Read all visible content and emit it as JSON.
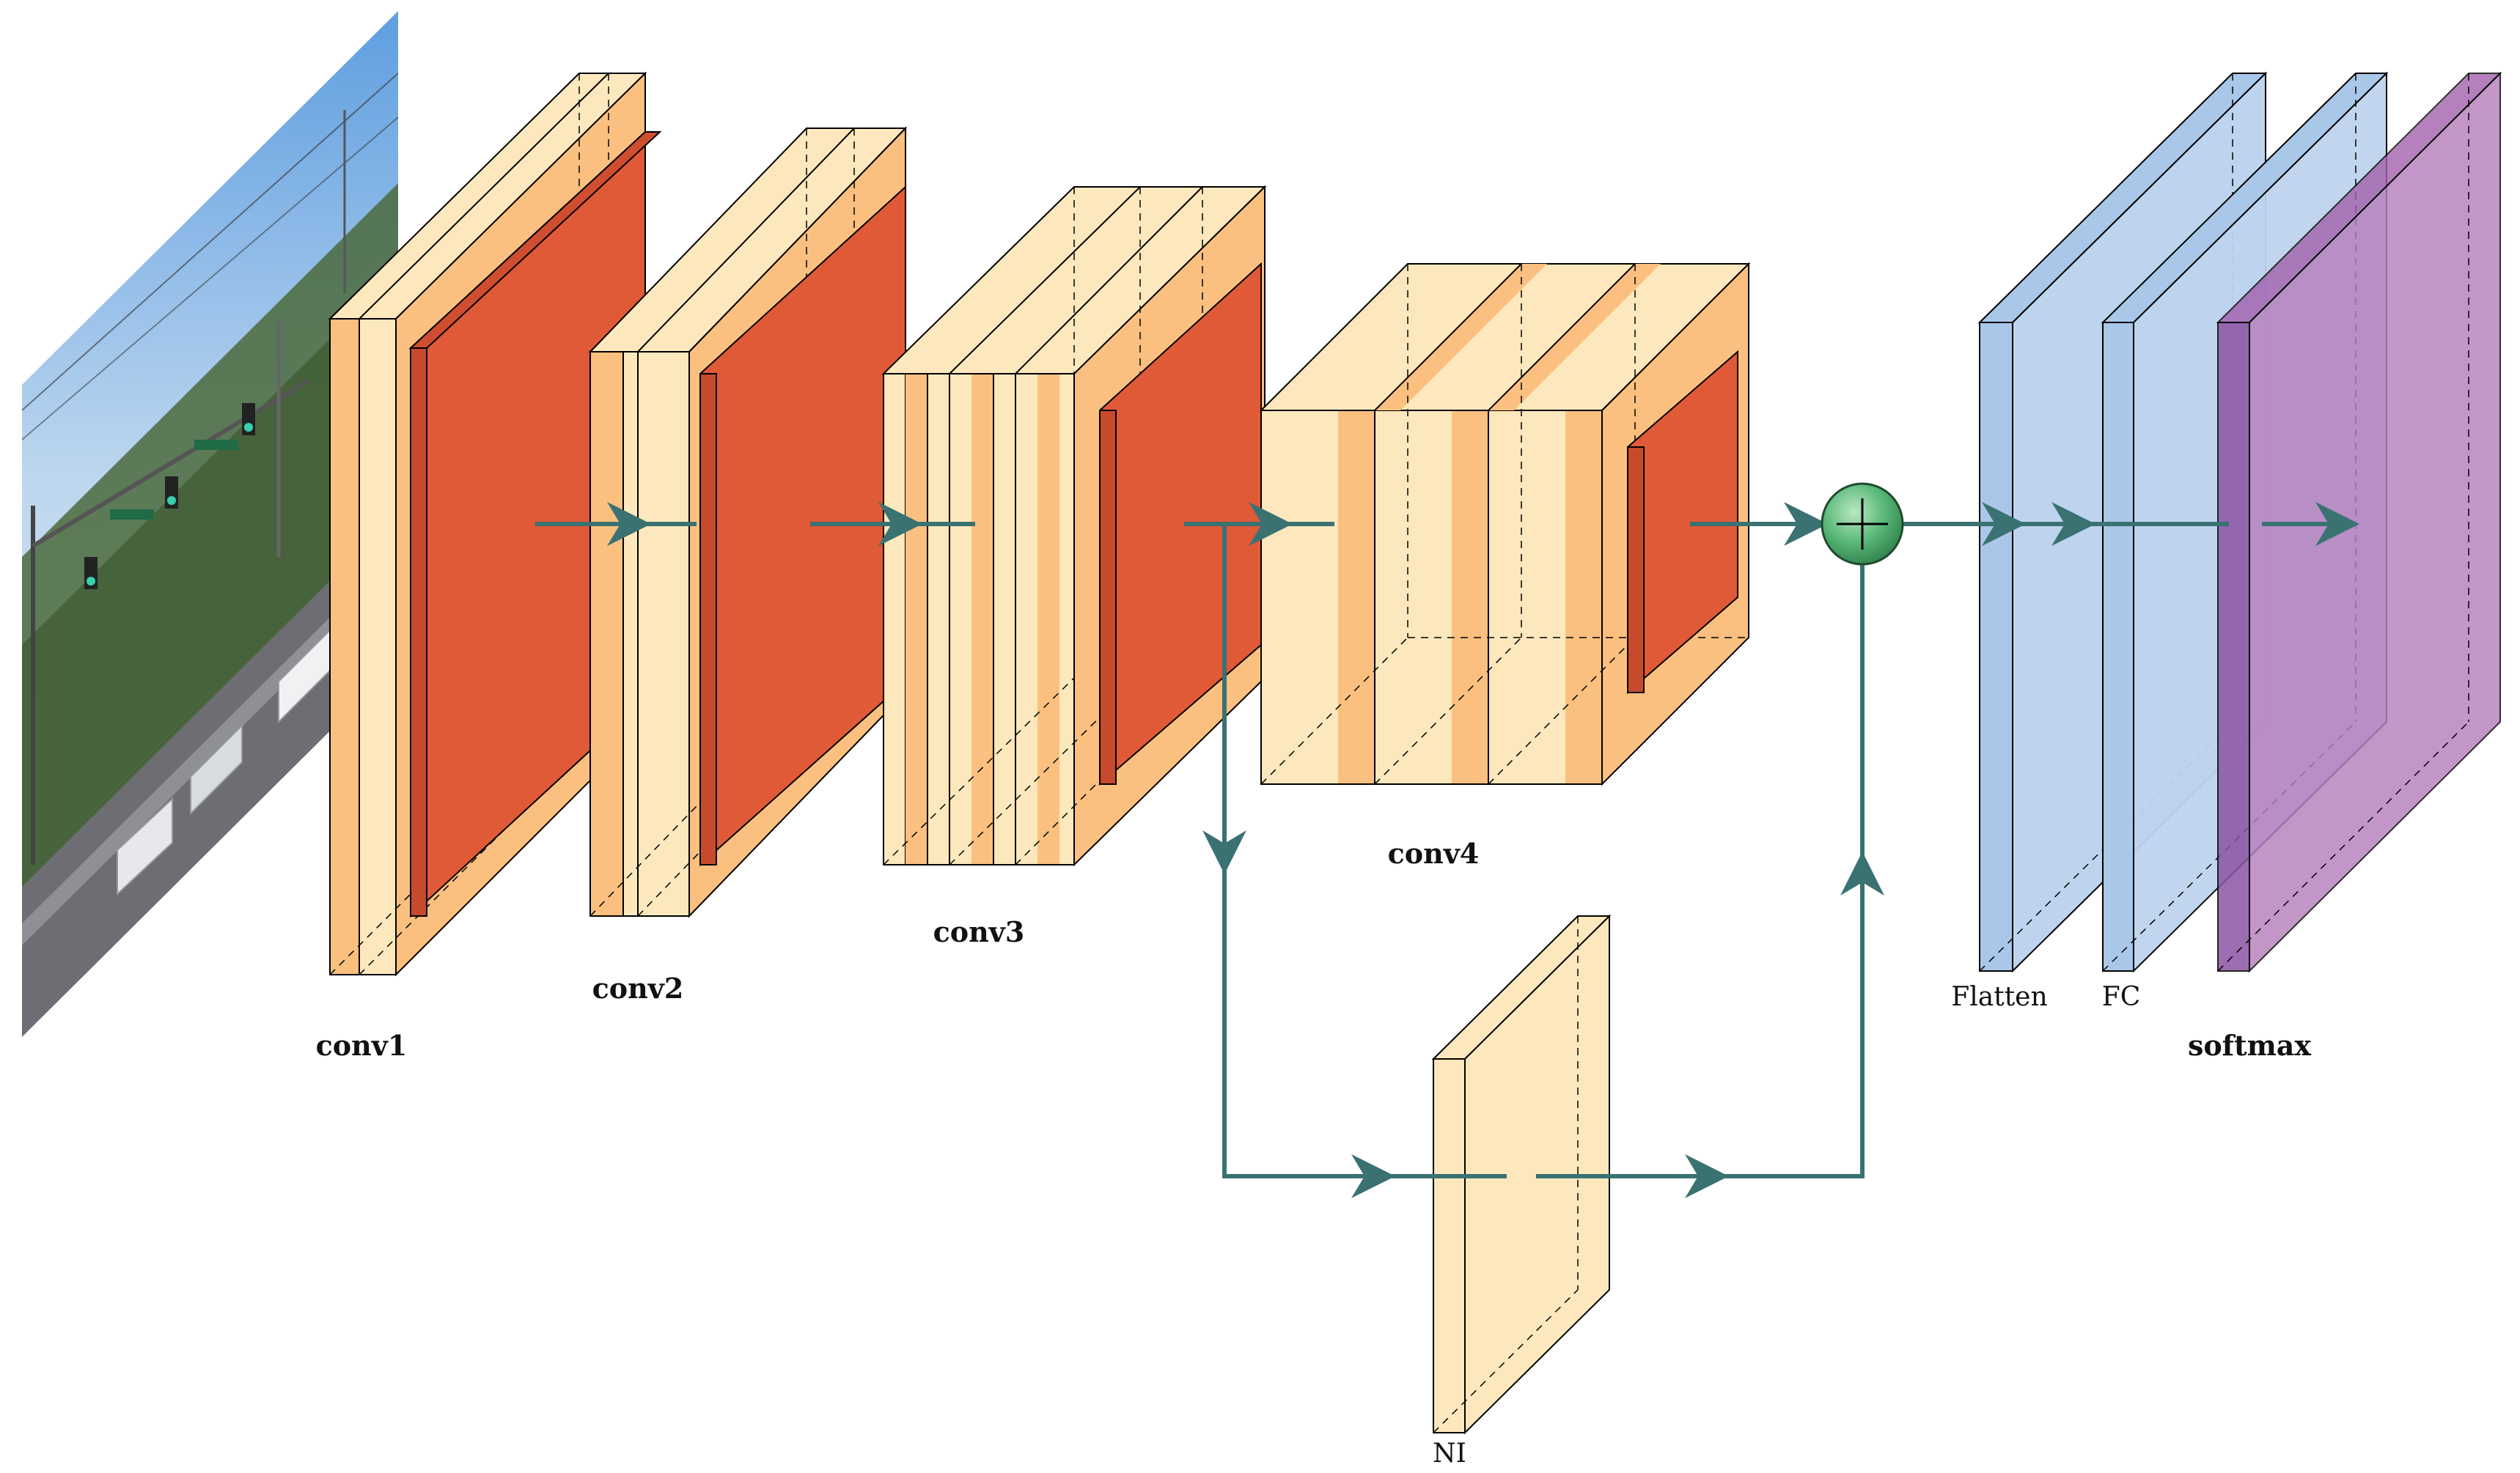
{
  "labels": {
    "conv1": "conv1",
    "conv2": "conv2",
    "conv3": "conv3",
    "conv4": "conv4",
    "ni": "NI",
    "flatten": "Flatten",
    "fc": "FC",
    "softmax": "softmax"
  },
  "colors": {
    "conv_light": "#fde8bd",
    "conv_mid": "#fbc07f",
    "pool": "#e05a37",
    "dense_blue": "#a9c7e8",
    "softmax_purple": "#a361ad",
    "arrow": "#3a7272",
    "sum_node": "#58b877"
  },
  "icons": {
    "input_image": "street-scene-photo",
    "sum_node": "addition-circle-icon"
  }
}
